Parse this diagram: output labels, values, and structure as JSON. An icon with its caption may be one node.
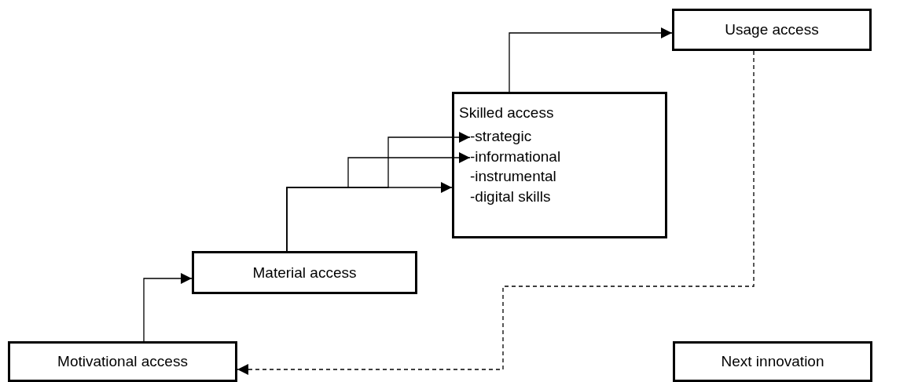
{
  "diagram": {
    "nodes": [
      {
        "text": [
          "Motivational access"
        ]
      },
      {
        "text": [
          "Material access"
        ]
      },
      {
        "text": [
          "Skilled access"
        ]
      },
      {
        "text": [
          "-strategic"
        ],
        "in": 2
      },
      {
        "text": [
          "-informational"
        ],
        "in": 2
      },
      {
        "text": [
          "-instrumental"
        ],
        "in": 2
      },
      {
        "text": [
          "-digital skills"
        ],
        "in": 2
      },
      {
        "text": [
          "Usage access"
        ]
      },
      {
        "text": [
          "Next innovation"
        ]
      }
    ],
    "edges": [
      {
        "from": 0,
        "to": 1,
        "arrow": "to"
      },
      {
        "from": 1,
        "to": 3,
        "arrow": "to"
      },
      {
        "from": 1,
        "to": 4,
        "arrow": "to"
      },
      {
        "from": 1,
        "to": 2,
        "arrow": "to"
      },
      {
        "from": 2,
        "to": 7,
        "arrow": "to"
      },
      {
        "from": 7,
        "to": 0,
        "arrow": "to",
        "style": "dashed"
      }
    ]
  }
}
